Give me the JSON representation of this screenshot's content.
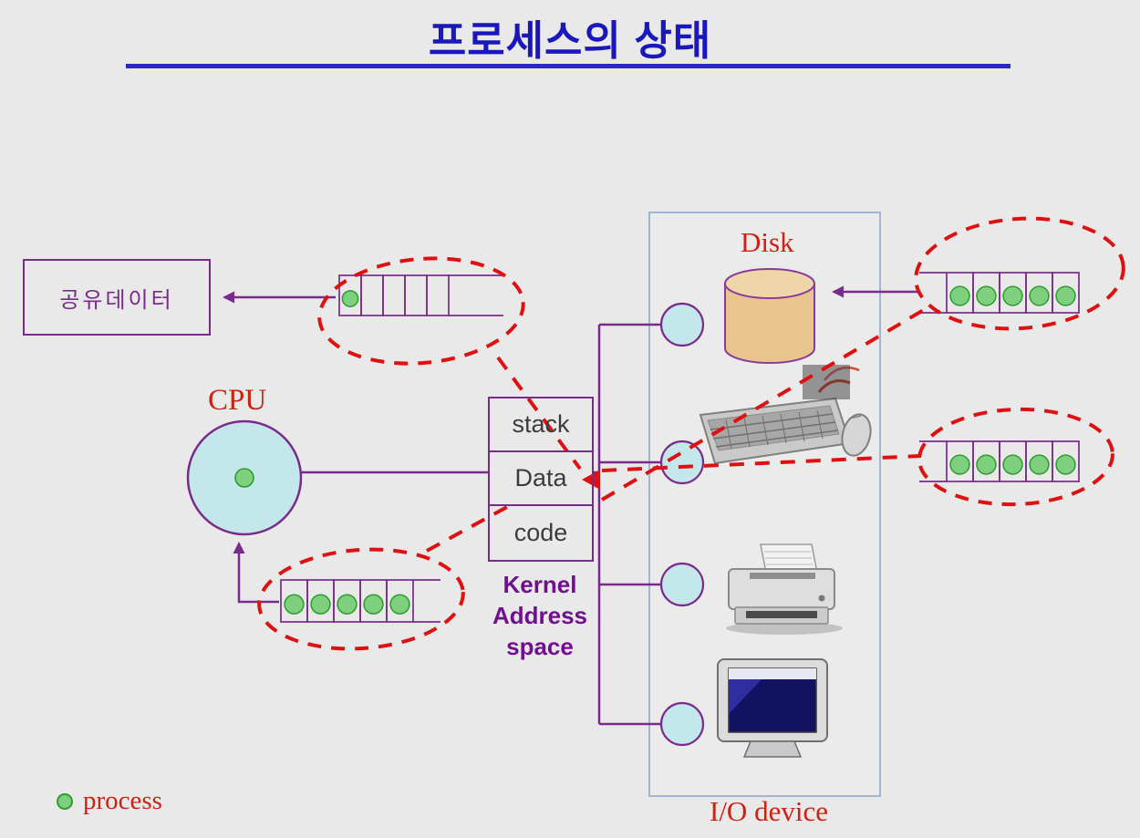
{
  "title": "프로세스의 상태",
  "labels": {
    "shared_data_box": "공유데이터",
    "cpu": "CPU",
    "disk": "Disk",
    "io_device": "I/O device",
    "kernel_address_space": "Kernel Address space"
  },
  "memory_box": {
    "rows": [
      "stack",
      "Data",
      "code"
    ]
  },
  "legend": {
    "label": "process"
  },
  "queues": {
    "shared_data_queue": {
      "cells": 5,
      "processes": 1
    },
    "ready_queue": {
      "cells": 5,
      "processes": 5
    },
    "disk_wait_queue": {
      "cells": 5,
      "processes": 5
    },
    "device_wait_queue": {
      "cells": 5,
      "processes": 5
    }
  },
  "icons": {
    "disk": "disk-cylinder-icon",
    "keyboard": "keyboard-icon",
    "mouse": "mouse-icon",
    "printer": "printer-icon",
    "monitor": "monitor-icon",
    "process": "process-dot-icon"
  },
  "colors": {
    "title_blue": "#1b18bb",
    "underline_blue": "#2a28c0",
    "label_red": "#cc2211",
    "purple": "#7a2a8a",
    "kernel_purple": "#70108e",
    "dashed_red": "#dd1111",
    "process_green": "#7ed07e",
    "process_green_border": "#2f9b2f",
    "port_fill": "#c3e7ea",
    "disk_fill": "#e9c58e",
    "background": "#e9e9e9"
  }
}
